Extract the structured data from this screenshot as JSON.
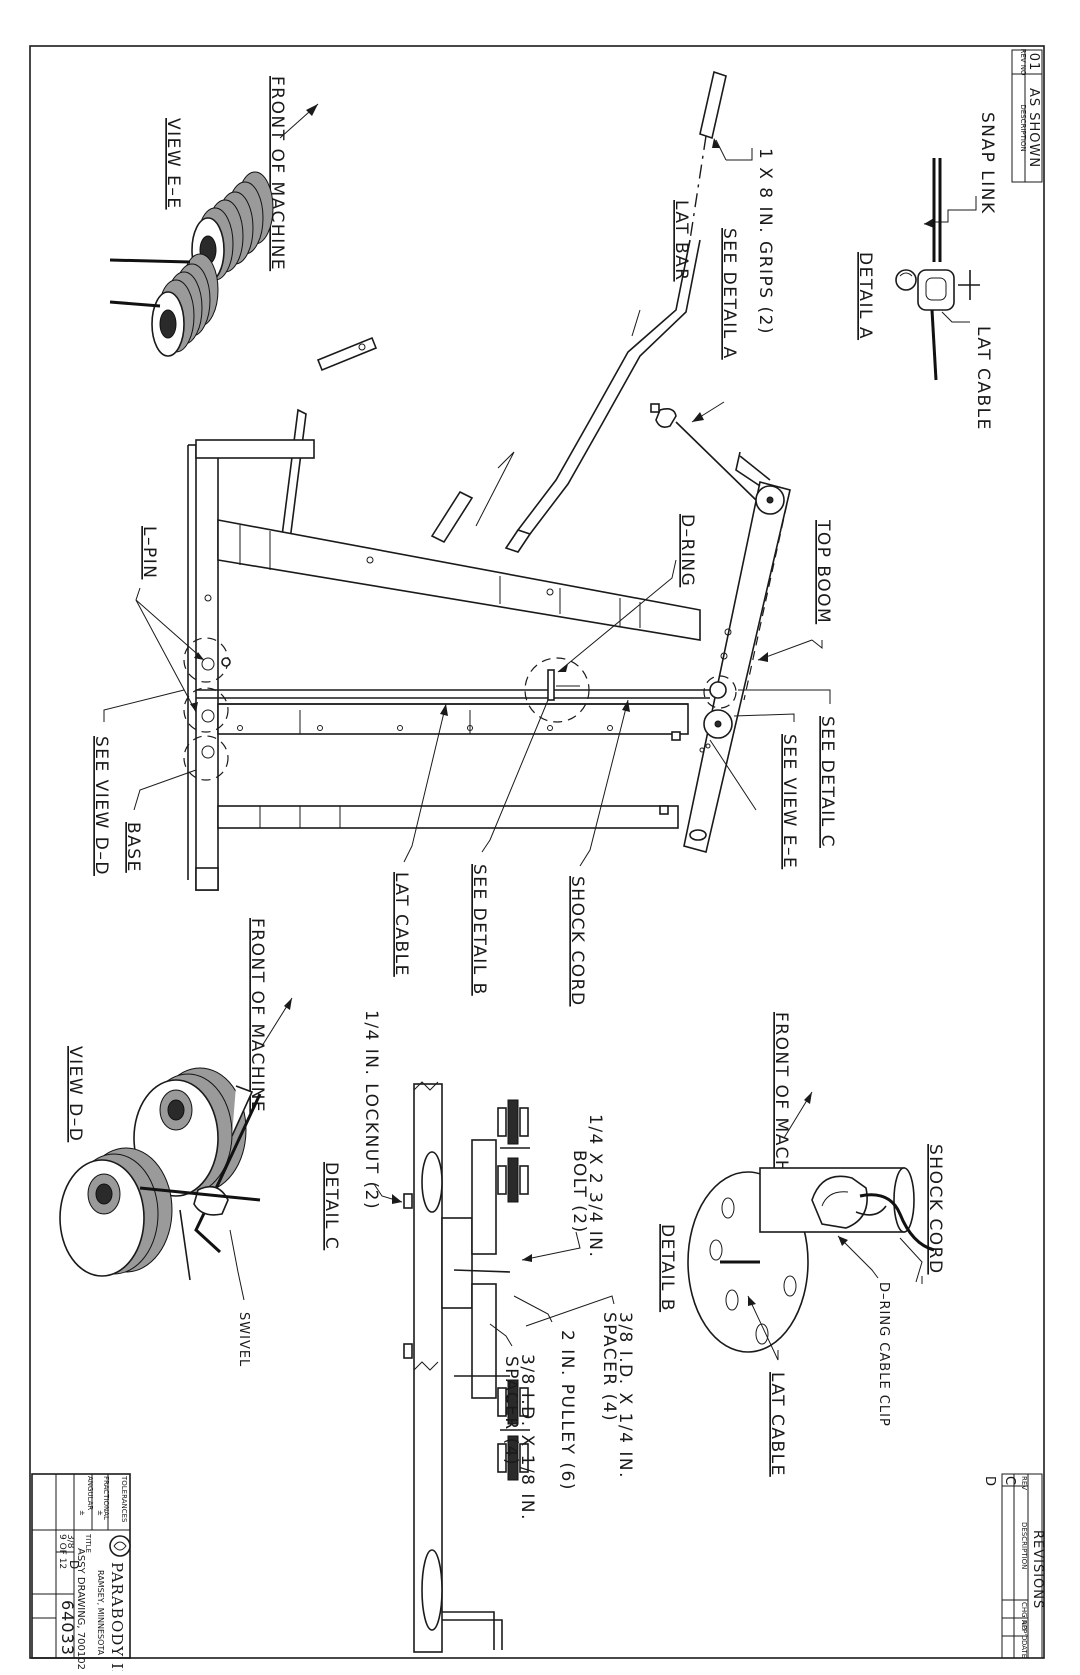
{
  "revision_block": {
    "col_rev": "REV NO",
    "col_desc": "DESCRIPTION",
    "rev": "01",
    "desc": "AS SHOWN"
  },
  "revisions_table": {
    "title": "REVISIONS",
    "col_rev": "REV",
    "col_desc": "DESCRIPTION",
    "col_chg": "CHG NO",
    "col_appd": "APP'D",
    "col_date": "DATE",
    "rev": "C",
    "zone": "D"
  },
  "labels": {
    "snap_link": "SNAP LINK",
    "lat_cable_detail_a": "LAT CABLE",
    "detail_a": "DETAIL A",
    "grips": "1 X 8 IN. GRIPS (2)",
    "see_detail_a": "SEE DETAIL A",
    "lat_bar": "LAT BAR",
    "front_of_machine_e": "FRONT OF MACHINE",
    "view_e": "VIEW E–E",
    "top_boom": "TOP BOOM",
    "d_ring": "D–RING",
    "l_pin": "L–PIN",
    "see_view_d": "SEE VIEW D–D",
    "base": "BASE",
    "see_detail_c": "SEE DETAIL C",
    "see_view_e": "SEE VIEW E–E",
    "shock_cord_main": "SHOCK CORD",
    "see_detail_b": "SEE DETAIL B",
    "lat_cable_main": "LAT CABLE",
    "front_of_machine_d": "FRONT OF MACHINE",
    "view_d": "VIEW D–D",
    "swivel": "SWIVEL",
    "locknut": "1/4 IN. LOCKNUT (2)",
    "bolt_1": "1/4 X 2 3/4 IN.",
    "bolt_2": "BOLT (2)",
    "detail_c": "DETAIL C",
    "spacer_a1": "3/8 I.D. X 1/4 IN.",
    "spacer_a2": "SPACER (4)",
    "pulley": "2 IN. PULLEY (6)",
    "spacer_b1": "3/8 I.D. X 1/8 IN.",
    "spacer_b2": "SPACER (4)",
    "front_of_machine_b": "FRONT OF MACHINE",
    "detail_b": "DETAIL B",
    "shock_cord_b": "SHOCK CORD",
    "d_ring_clip": "D–RING CABLE CLIP",
    "lat_cable_b": "LAT CABLE"
  },
  "title_block": {
    "company": "PARABODY INC.",
    "city": "RAMSEY, MINNESOTA",
    "title_caption": "TITLE",
    "title": "ASSY DRAWING, 700102",
    "tolerances": "TOLERANCES",
    "fractional": "FRACTIONAL",
    "fractional_value": "±",
    "angular": "ANGULAR",
    "angular_value": "±",
    "scale": "3/8",
    "sheet": "9 OF 12",
    "size": "D",
    "drawing_no": "64033"
  }
}
